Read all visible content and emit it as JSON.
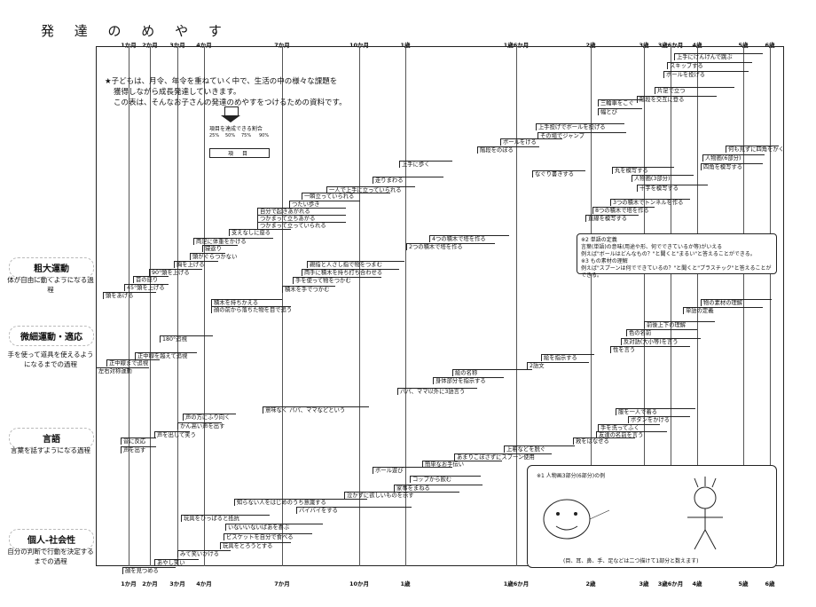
{
  "title": "発 達 の め や す",
  "axis_labels": [
    "1か月",
    "2か月",
    "3か月",
    "4か月",
    "7か月",
    "10か月",
    "1歳",
    "1歳6か月",
    "2歳",
    "3歳",
    "3歳6か月",
    "4歳",
    "5歳",
    "6歳"
  ],
  "intro": {
    "line1": "★子どもは、月令、年令を重ねていく中で、生活の中の様々な課題を",
    "line2": "獲得しながら成長発達していきます。",
    "line3": "この表は、そんなお子さんの発達のめやすをつけるための資料です。"
  },
  "key": {
    "caption": "項目を達成できる割合",
    "pcts": [
      "25%",
      "50%",
      "75%",
      "90%"
    ],
    "item": "項 目"
  },
  "categories": [
    {
      "label": "粗大運動",
      "desc": "体が自由に動くようになる過程"
    },
    {
      "label": "微細運動・適応",
      "desc": "手を使って道具を使えるようになるまでの過程"
    },
    {
      "label": "言語",
      "desc": "言葉を話すようになる過程"
    },
    {
      "label": "個人-社会性",
      "desc": "自分の判断で行動を決定するまでの過程"
    }
  ],
  "gross_motor": [
    "上手にけんけんで跳ぶ",
    "スキップする",
    "ボールを投げる",
    "片足で立つ",
    "階段を交互に登る",
    "三輪車をこぐ",
    "幅とび",
    "上手投げでボールを投げる",
    "その場でジャンプ",
    "ボールをける",
    "階段をのぼる",
    "上手に歩く",
    "走りまわる",
    "一人で上手に立っていられる",
    "一瞬立っていられる",
    "つたい歩き",
    "自分で起きあがれる",
    "つかまって立ちあがる",
    "つかまって立っていられる",
    "支えなしに座る",
    "両足に体重をかける",
    "寝返り",
    "頭がぐらつかない",
    "胸を上げる",
    "90°頭を上げる",
    "首の座り",
    "45°頭を上げる",
    "頭をあげる"
  ],
  "fine_motor": [
    "4つの積木で塔を作る",
    "2つの積木で塔を作る",
    "親指と人さし指で物をつまむ",
    "手を使って物をつかむ",
    "積木を手でつかむ",
    "両手に積木を持ち打ち合わせる",
    "積木を持ちかえる",
    "顔の前から落ちた物を目で追う",
    "180°追視",
    "正中線を越えて追視",
    "正中線まで追視",
    "左右対称運動",
    "なぐり書きする",
    "丸を模写する",
    "十字を模写する",
    "人物画(3部分)",
    "3つの積木でトンネルを作る",
    "8つの積木で塔を作る",
    "直線を模写する",
    "人物画(6部分)",
    "四角を模写する",
    "何も見ずに四角をかく"
  ],
  "language": [
    "音に反応",
    "声を出す",
    "声を出して笑う",
    "かん高い声を出す",
    "声の方にふり向く",
    "意味なく パパ、ママなどという",
    "パパ、ママ以外に3語言う",
    "身体部分を指示する",
    "絵の名称",
    "2語文",
    "絵を指示する",
    "性を言う",
    "反対語(大小等)を言う",
    "色の名前",
    "前後上下の理解",
    "単語の定義",
    "物の素材の理解"
  ],
  "social": [
    "顔を見つめる",
    "あやし笑い",
    "みて笑いかける",
    "玩具をとろうとする",
    "ビスケットを自分で食べる",
    "いないいないばあを喜ぶ",
    "玩具をひっぱると抵抗",
    "バイバイをする",
    "知らない人をはじめのうち意識する",
    "泣かずに欲しいものを示す",
    "家事をまねる",
    "コップから飲む",
    "ボール遊び",
    "簡単なお手伝い",
    "上着などを脱ぐ",
    "あまりこぼさずにスプーン使用",
    "救をはなせる",
    "手を洗ってふく",
    "友達の名前を言う",
    "ボタンをかける",
    "服を一人で着る"
  ],
  "notes": {
    "n2": "※2 単語の定義",
    "n2a": "言葉(単語)の意味(用途や形、何でできているか等)がいえる",
    "n2b": "例えば\"ボールはどんなもの？\"と聞くと\"まるい\"と答えることができる。",
    "n3": "※3 もの素材の理解",
    "n3a": "例えば\"スプーンは何でできているの？\"と聞くと\"プラスチック\"と答えることができる。",
    "n1": "※1 人物画3部分(6部分)の例",
    "n1b": "(目、耳、鼻、手、足などは二つ描けて1部分と数えます)"
  },
  "colors": {
    "line": "#222222",
    "background": "#ffffff"
  }
}
